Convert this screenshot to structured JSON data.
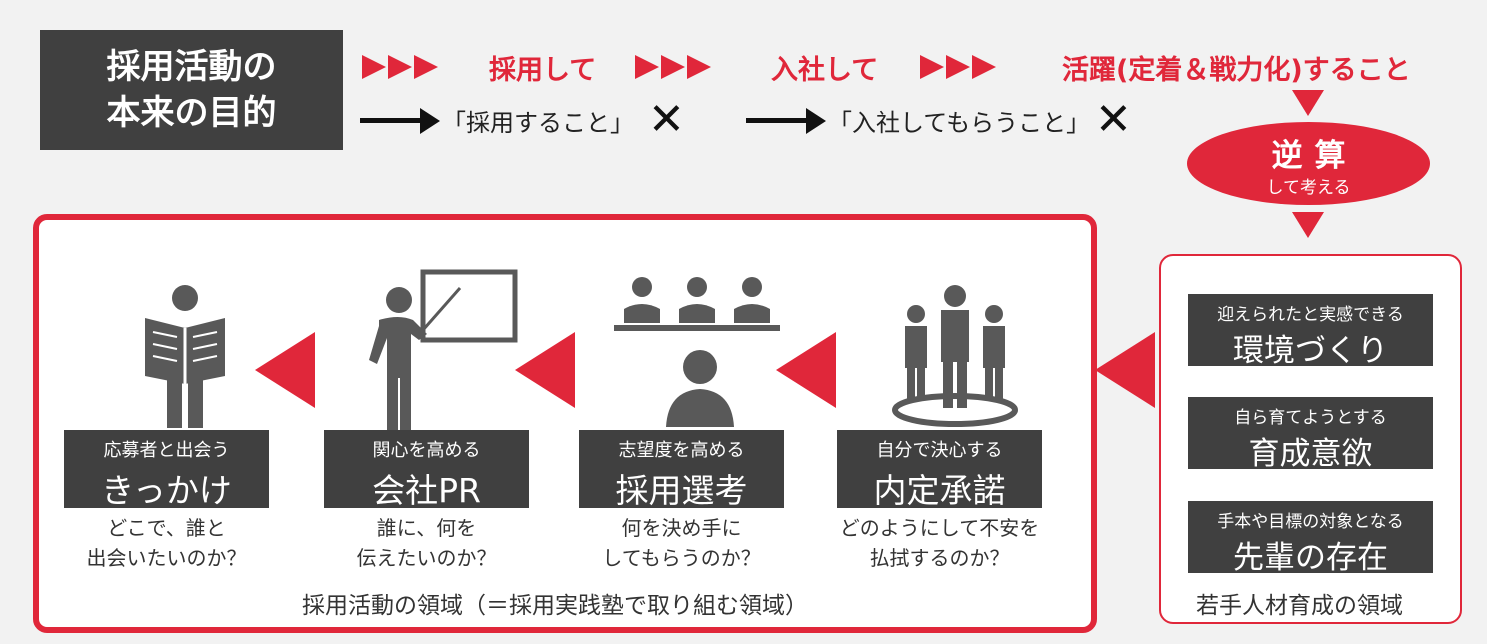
{
  "purpose": {
    "line1": "採用活動の",
    "line2": "本来の目的"
  },
  "steps": {
    "hired": "採用して",
    "joined": "入社して",
    "active": "活躍(定着＆戦力化)すること"
  },
  "wrong": {
    "first": "「採用すること」",
    "second": "「入社してもらうこと」",
    "cross": "✕"
  },
  "reverse": {
    "title": "逆算",
    "sub": "して考える"
  },
  "stages": [
    {
      "small": "応募者と出会う",
      "large": "きっかけ",
      "question": [
        "どこで、誰と",
        "出会いたいのか？"
      ]
    },
    {
      "small": "関心を高める",
      "large": "会社PR",
      "question": [
        "誰に、何を",
        "伝えたいのか？"
      ]
    },
    {
      "small": "志望度を高める",
      "large": "採用選考",
      "question": [
        "何を決め手に",
        "してもらうのか？"
      ]
    },
    {
      "small": "自分で決心する",
      "large": "内定承諾",
      "question": [
        "どのようにして不安を",
        "払拭するのか？"
      ]
    }
  ],
  "main_caption": "採用活動の領域（＝採用実践塾で取り組む領域）",
  "side": {
    "boxes": [
      {
        "small": "迎えられたと実感できる",
        "large": "環境づくり"
      },
      {
        "small": "自ら育てようとする",
        "large": "育成意欲"
      },
      {
        "small": "手本や目標の対象となる",
        "large": "先輩の存在"
      }
    ],
    "caption": "若手人材育成の領域"
  },
  "colors": {
    "accent": "#e0273a",
    "dark_box": "#404040",
    "icon": "#595959",
    "background": "#f2f2f2"
  },
  "icons": [
    "person-reading-newspaper-icon",
    "presenter-board-icon",
    "interview-panel-icon",
    "team-circle-icon"
  ]
}
